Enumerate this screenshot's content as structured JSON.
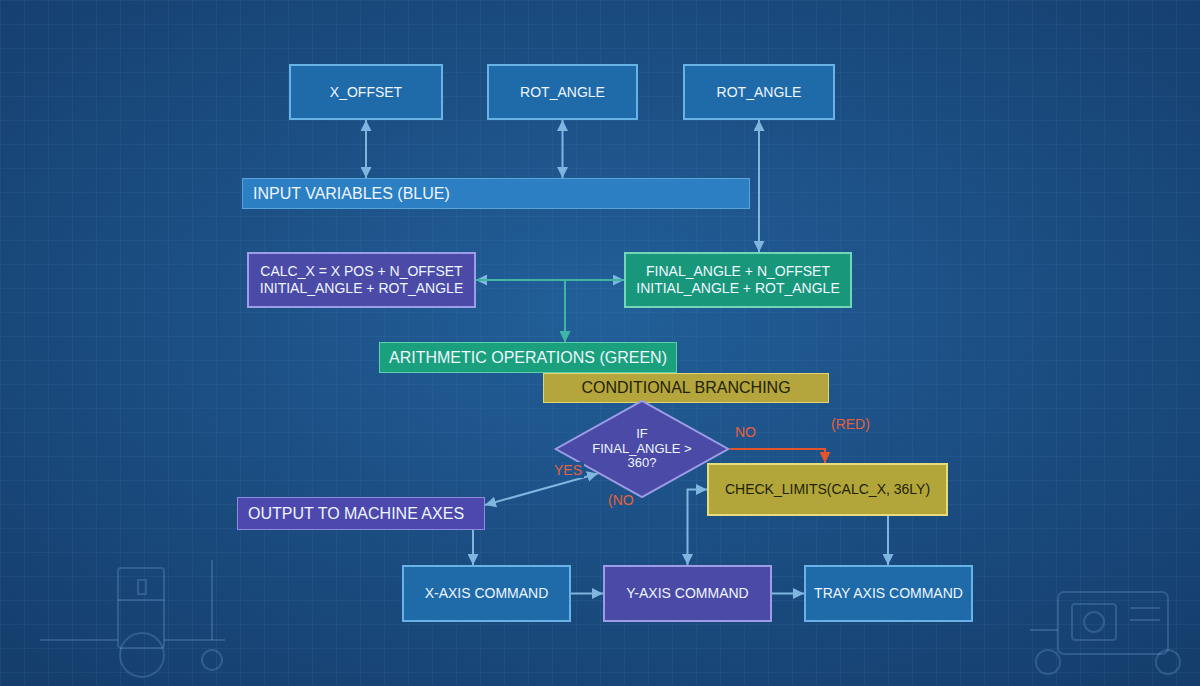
{
  "diagram": {
    "nodes": [
      {
        "text": [
          "X_OFFSET"
        ]
      },
      {
        "text": [
          "ROT_ANGLE"
        ]
      },
      {
        "text": [
          "ROT_ANGLE"
        ]
      },
      {
        "text": [
          "INPUT VARIABLES (BLUE)"
        ]
      },
      {
        "text": [
          "CALC_X = X POS + N_OFFSET INITIAL_ANGLE + ROT_ANGLE"
        ]
      },
      {
        "text": [
          "FINAL_ANGLE + N_OFFSET INITIAL_ANGLE + ROT_ANGLE"
        ]
      },
      {
        "text": [
          "ARITHMETIC OPERATIONS (GREEN)"
        ]
      },
      {
        "text": [
          "CONDITIONAL BRANCHING"
        ]
      },
      {
        "text": [
          "IF FINAL_ANGLE > 360?"
        ]
      },
      {
        "text": [
          "CHECK_LIMITS(CALC_X, 36LY)"
        ]
      },
      {
        "text": [
          "OUTPUT TO MACHINE AXES"
        ]
      },
      {
        "text": [
          "X-AXIS COMMAND"
        ]
      },
      {
        "text": [
          "Y-AXIS COMMAND"
        ]
      },
      {
        "text": [
          "TRAY AXIS COMMAND"
        ]
      }
    ],
    "edges": [
      {
        "from": 0,
        "to": 3,
        "arrow": "both"
      },
      {
        "from": 1,
        "to": 3,
        "arrow": "both"
      },
      {
        "from": 2,
        "to": 5,
        "arrow": "both"
      },
      {
        "from": 4,
        "to": 5,
        "arrow": "both"
      },
      {
        "from": 4,
        "to": 6,
        "arrow": "to"
      },
      {
        "from": 5,
        "to": 6,
        "arrow": "to"
      },
      {
        "from": 8,
        "to": 9,
        "arrow": "to",
        "label": "NO"
      },
      {
        "from": 10,
        "to": 8,
        "arrow": "both",
        "label": "YES"
      },
      {
        "from": 10,
        "to": 11,
        "arrow": "to"
      },
      {
        "from": 11,
        "to": 12,
        "arrow": "to"
      },
      {
        "from": 12,
        "to": 13,
        "arrow": "to"
      },
      {
        "from": 9,
        "to": 12,
        "arrow": "both"
      },
      {
        "from": 9,
        "to": 13,
        "arrow": "to"
      }
    ],
    "labels": [
      "(RED)",
      "(NO"
    ]
  }
}
